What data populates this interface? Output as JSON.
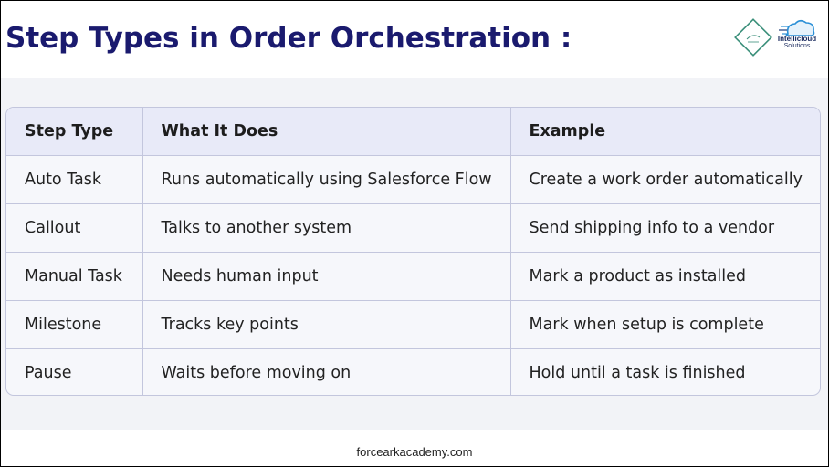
{
  "title": "Step Types in Order Orchestration :",
  "logos": {
    "left_icon": "forceark-diamond-logo-icon",
    "right_icon": "intellicloud-cloud-logo-icon",
    "right_name": "Intellicloud",
    "right_sub": "Solutions"
  },
  "table": {
    "headers": [
      "Step Type",
      "What It Does",
      "Example"
    ],
    "rows": [
      [
        "Auto Task",
        "Runs automatically using Salesforce Flow",
        "Create a work order automatically"
      ],
      [
        "Callout",
        "Talks to another system",
        "Send shipping info to a vendor"
      ],
      [
        "Manual Task",
        "Needs human input",
        "Mark a product as installed"
      ],
      [
        "Milestone",
        "Tracks key points",
        "Mark when setup is complete"
      ],
      [
        "Pause",
        "Waits before moving on",
        "Hold until a task is finished"
      ]
    ]
  },
  "footer": "forcearkacademy.com",
  "colors": {
    "title": "#1a1a6e",
    "header_bg": "#e8eaf8",
    "band_bg": "#f2f3f7",
    "border": "#c3c6dd"
  }
}
